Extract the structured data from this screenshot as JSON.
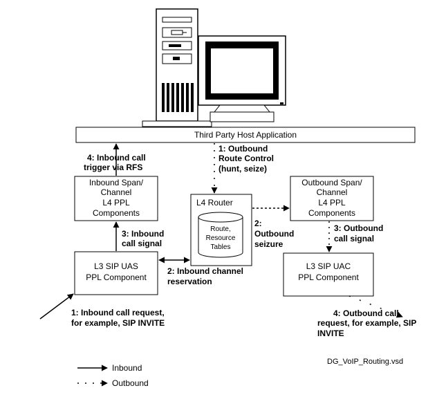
{
  "host_app": {
    "label": "Third Party Host Application"
  },
  "inbound_span": {
    "lines": [
      "Inbound Span/",
      "Channel",
      "L4 PPL",
      "Components"
    ]
  },
  "outbound_span": {
    "lines": [
      "Outbound Span/",
      "Channel",
      "L4 PPL",
      "Components"
    ]
  },
  "router": {
    "title": "L4 Router",
    "tables_lines": [
      "Route,",
      "Resource",
      "Tables"
    ]
  },
  "uas": {
    "lines": [
      "L3 SIP UAS",
      "PPL Component"
    ]
  },
  "uac": {
    "lines": [
      "L3 SIP UAC",
      "PPL Component"
    ]
  },
  "labels": {
    "outbound_route_control": [
      "1: Outbound",
      "Route Control",
      "(hunt, seize)"
    ],
    "inbound_trigger": [
      "4: Inbound call",
      "trigger via RFS"
    ],
    "inbound_signal": [
      "3: Inbound",
      "call signal"
    ],
    "outbound_seizure": [
      "2:",
      "Outbound",
      "seizure"
    ],
    "outbound_signal": [
      "3: Outbound",
      "call signal"
    ],
    "inbound_reservation": [
      "2: Inbound channel",
      "reservation"
    ],
    "inbound_request": [
      "1: Inbound call request,",
      "for example, SIP INVITE"
    ],
    "outbound_request": [
      "4: Outbound call",
      "request, for example, SIP",
      "INVITE"
    ]
  },
  "filename": "DG_VoIP_Routing.vsd",
  "legend": {
    "inbound": "Inbound",
    "outbound": "Outbound"
  },
  "icons": {
    "server": "server-tower-icon",
    "monitor": "crt-monitor-icon"
  }
}
